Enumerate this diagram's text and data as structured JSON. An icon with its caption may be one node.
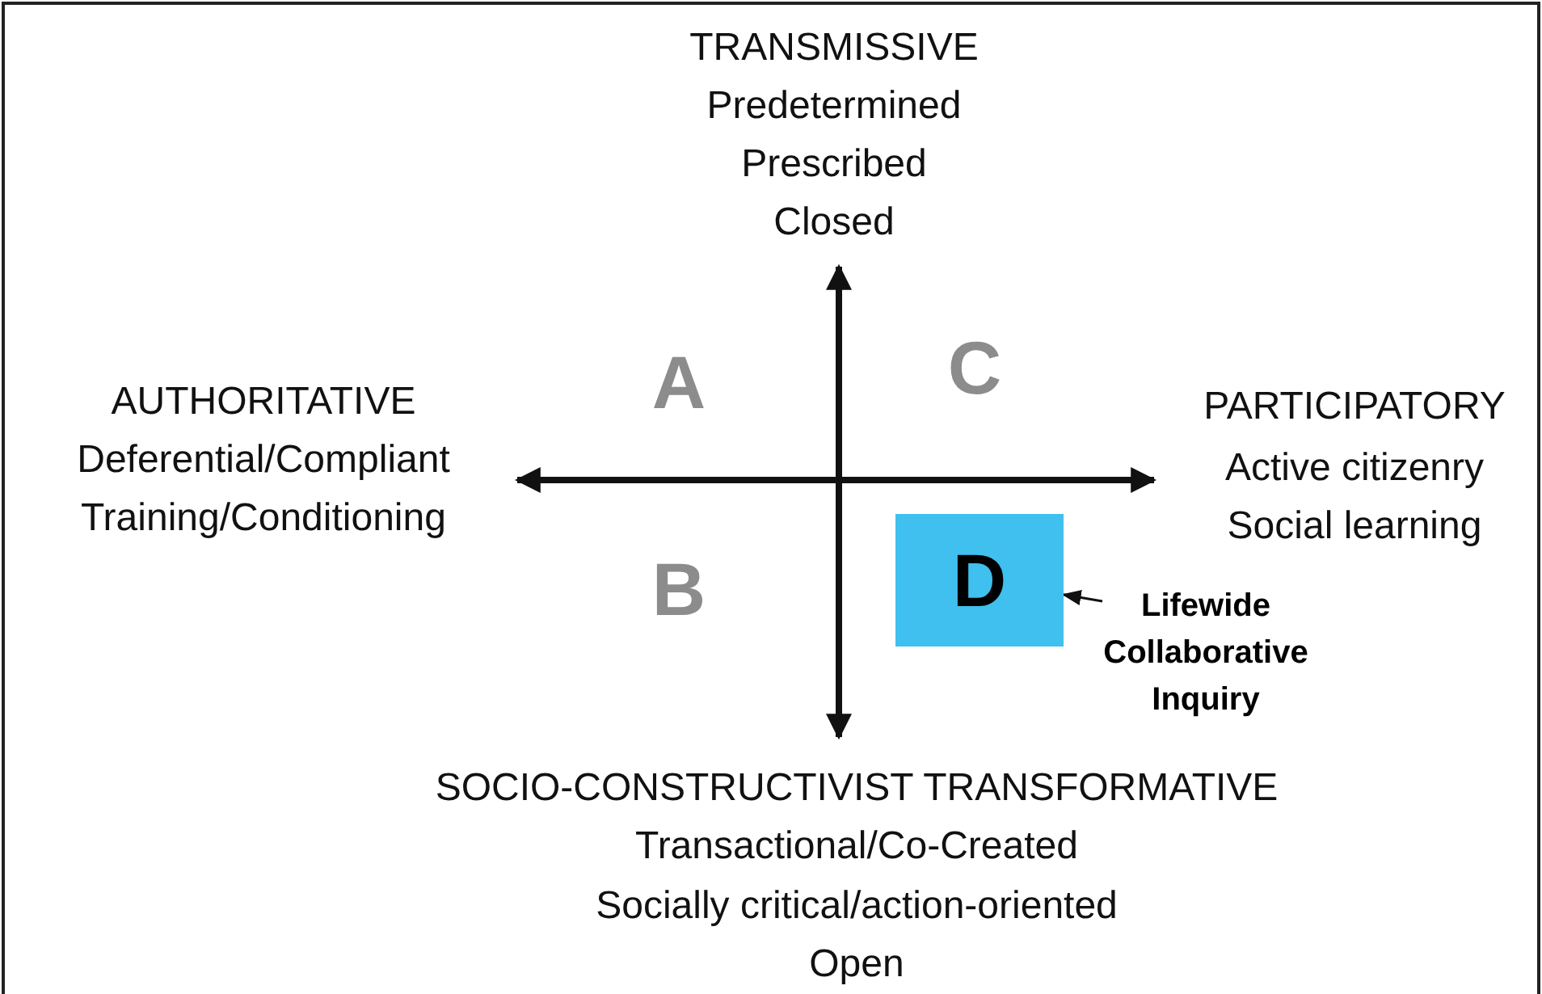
{
  "diagram": {
    "nodes": [
      {
        "text": [
          "D"
        ]
      },
      {
        "text": [
          "Lifewide Collaborative Inquiry"
        ]
      }
    ],
    "edges": [
      {
        "from": 1,
        "to": 0,
        "arrow": "to"
      }
    ],
    "labels": [
      "TRANSMISSIVE",
      "Predetermined",
      "Prescribed",
      "Closed",
      "AUTHORITATIVE",
      "Deferential/Compliant",
      "Training/Conditioning",
      "A",
      "C",
      "PARTICIPATORY",
      "Active citizenry",
      "Social learning",
      "B",
      "SOCIO-CONSTRUCTIVIST TRANSFORMATIVE",
      "Transactional/Co-Created",
      "Socially critical/action-oriented",
      "Open"
    ]
  }
}
